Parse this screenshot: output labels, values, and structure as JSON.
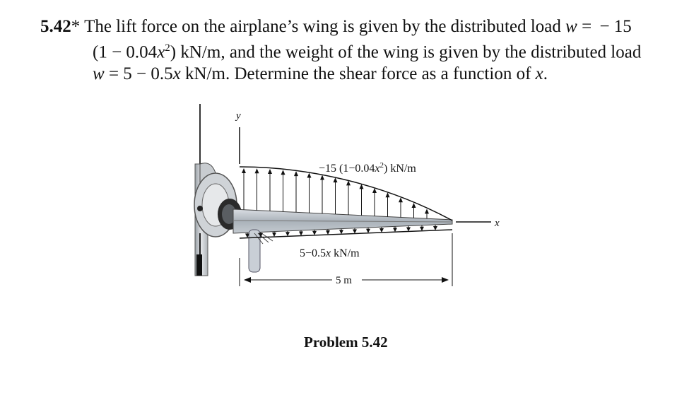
{
  "problem": {
    "number": "5.42",
    "star": "*",
    "line1": "The lift force on the airplane’s wing is given by the distributed load",
    "line1_w": "w",
    "line1_eq": " =  − 15",
    "line2_a": "(1 − 0.04",
    "line2_x": "x",
    "line2_sup": "2",
    "line2_b": ") kN/m, and the weight of the wing is given by the distributed load",
    "line3_w": "w",
    "line3_a": " = 5 − 0.5",
    "line3_x": "x",
    "line3_b": " kN/m. Determine the shear force as a function of ",
    "line3_x2": "x",
    "line3_end": "."
  },
  "figure": {
    "axis_y": "y",
    "axis_x": "x",
    "lift_label_a": "−15 (1−0.04",
    "lift_label_x": "x",
    "lift_label_sup": "2",
    "lift_label_b": ") kN/m",
    "weight_label_a": "5−0.5",
    "weight_label_x": "x",
    "weight_label_b": " kN/m",
    "dimension": "5 m"
  },
  "caption": "Problem 5.42"
}
